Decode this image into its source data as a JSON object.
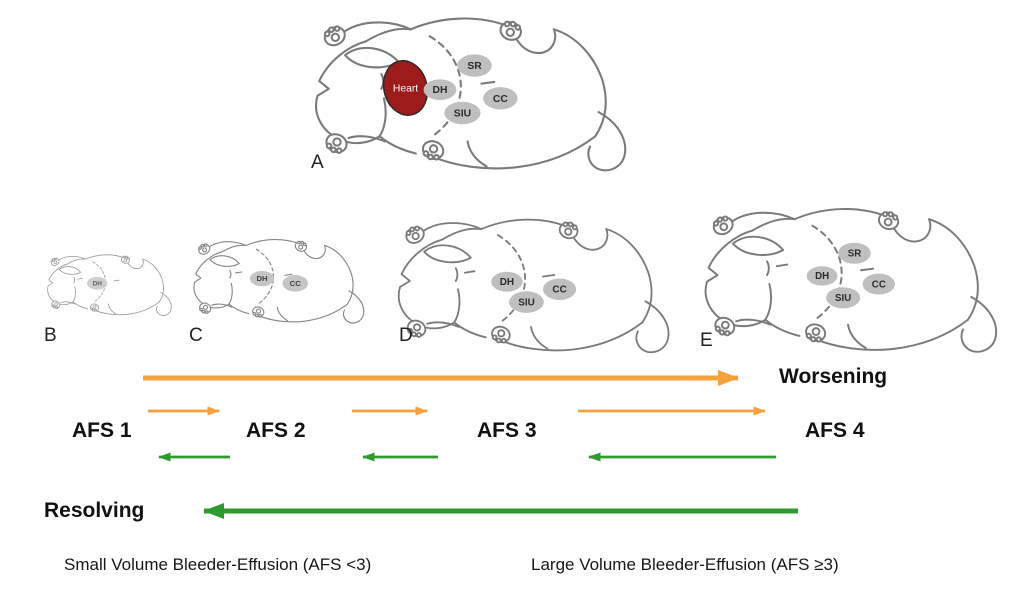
{
  "figure": {
    "panels": [
      {
        "letter": "A",
        "sites": [
          "Heart",
          "SR",
          "DH",
          "CC",
          "SIU"
        ]
      },
      {
        "letter": "B",
        "sites": [
          "DH"
        ]
      },
      {
        "letter": "C",
        "sites": [
          "DH",
          "CC"
        ]
      },
      {
        "letter": "D",
        "sites": [
          "DH",
          "CC",
          "SIU"
        ]
      },
      {
        "letter": "E",
        "sites": [
          "SR",
          "DH",
          "CC",
          "SIU"
        ]
      }
    ],
    "site_labels": {
      "heart": "Heart",
      "sr": "SR",
      "dh": "DH",
      "cc": "CC",
      "siu": "SIU"
    }
  },
  "progression": {
    "stages": [
      {
        "label": "AFS 1"
      },
      {
        "label": "AFS 2"
      },
      {
        "label": "AFS 3"
      },
      {
        "label": "AFS 4"
      }
    ],
    "worsening": "Worsening",
    "resolving": "Resolving"
  },
  "captions": {
    "small_volume": "Small Volume Bleeder-Effusion (AFS <3)",
    "large_volume": "Large Volume Bleeder-Effusion (AFS ≥3)"
  },
  "colors": {
    "worsening_orange": "#F5A13C",
    "resolving_green": "#2E9B2E",
    "heart_red": "#9E1B1B",
    "site_gray": "#BFBFBF",
    "outline_gray": "#7A7A7A"
  }
}
